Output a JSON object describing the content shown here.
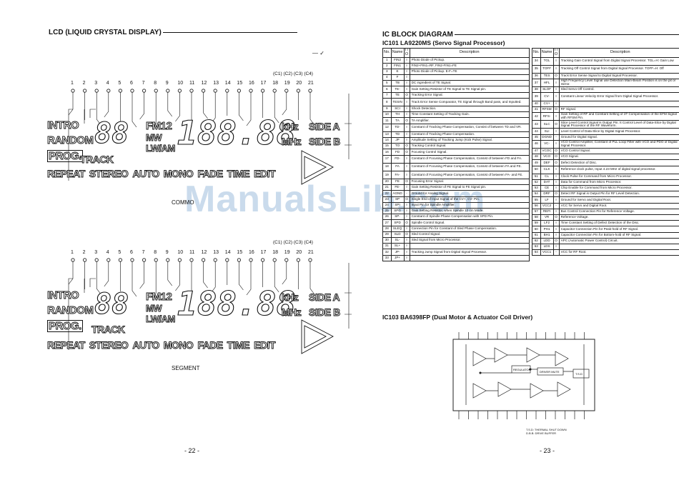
{
  "left": {
    "title": "LCD (LIQUID CRYSTAL DISPLAY)",
    "pins": [
      "1",
      "2",
      "3",
      "4",
      "5",
      "6",
      "7",
      "8",
      "9",
      "10",
      "11",
      "12",
      "13",
      "14",
      "15",
      "16",
      "17",
      "18",
      "19",
      "20",
      "21"
    ],
    "com_labels": "(C1) (C2) (C3) (C4)",
    "com_labels2": "(C1) (C2) (C3) (C4)",
    "common_label": "COMMO",
    "segment_label": "SEGMENT",
    "lcd": {
      "intro": "INTRO",
      "random": "RANDOM",
      "prog": "PROG.",
      "track": "TRACK",
      "fm12": "FM12",
      "mw": "MW",
      "lwam": "LW/AM",
      "digits_small": "88",
      "digits_big": "188.88",
      "khz": "kHz",
      "mhz": "MHz",
      "side_a": "SIDE A",
      "side_b": "SIDE B",
      "repeat": "REPEAT",
      "stereo": "STEREO",
      "auto": "AUTO",
      "mono": "MONO",
      "fade": "FADE",
      "time": "TIME",
      "edit": "EDIT"
    },
    "page_number": "- 22 -"
  },
  "right": {
    "title": "IC BLOCK DIAGRAM",
    "ic101": "IC101   LA9220MS  (Servo Signal Processor)",
    "headers": {
      "no": "No.",
      "name": "Name",
      "io": "I / O",
      "desc": "Description"
    },
    "table1": [
      [
        "1",
        "FIN2",
        "I",
        "Photo Diode of Pickup."
      ],
      [
        "2",
        "FIN1",
        "I",
        "FIN2+FIN1=RF, FIN2-FIN1=FE"
      ],
      [
        "3",
        "E",
        "I",
        "Photo Diode of Pickup. E-F=TE"
      ],
      [
        "4",
        "F",
        "I",
        ""
      ],
      [
        "5",
        "TB",
        "I",
        "DC ingredient of TE Signal."
      ],
      [
        "6",
        "TE-",
        "I",
        "Gain Setting Resistor of TE Signal to TE Signal pin."
      ],
      [
        "7",
        "TE",
        "O",
        "Tracking Error Signal."
      ],
      [
        "8",
        "TESIN",
        "I",
        "Track Error Sense Comparator, TE Signal through Band pass, and Inputted."
      ],
      [
        "9",
        "SCI",
        "I",
        "Shock Detection."
      ],
      [
        "10",
        "TH",
        "I",
        "Time Constant Setting of Tracking Gain."
      ],
      [
        "11",
        "TA",
        "O",
        "TA Amplifier."
      ],
      [
        "12",
        "TD-",
        "I",
        "Constant of Tracking Phase Compensation, Consist of between TD and VR."
      ],
      [
        "13",
        "TD",
        "I",
        "Constant of Tracking Phase Compensation."
      ],
      [
        "14",
        "JP",
        "I",
        "Amplitude Setting of Tracking Jump (Kick Pulse) Signal."
      ],
      [
        "15",
        "TO",
        "O",
        "Tracking Control Signal."
      ],
      [
        "16",
        "FD",
        "O",
        "Focusing Control Signal."
      ],
      [
        "17",
        "FD-",
        "I",
        "Constant of Focusing Phase Compensation, Consist of between FD and FA."
      ],
      [
        "18",
        "FA",
        "I",
        "Constant of Focusing Phase Compensation, Consist of between FA and FE."
      ],
      [
        "19",
        "FA-",
        "I",
        "Constant of Focusing Phase Compensation, Consist of between FA- and FE."
      ],
      [
        "20",
        "FE",
        "O",
        "Focusing Error Signal."
      ],
      [
        "21",
        "FE-",
        "I",
        "Gain Setting Resistor of FE Signal to FE Signal pin."
      ],
      [
        "22",
        "AGND",
        "-",
        "Ground for Analog Signal."
      ],
      [
        "23",
        "SP",
        "O",
        "Single End of Input Signal of the CV+, CV- Pin."
      ],
      [
        "24",
        "SPI",
        "I",
        "Input Pin for Spindle Amplifier."
      ],
      [
        "25",
        "SPG",
        "I",
        "Gain Setting Resistor, when Spindle 12 cm Mode."
      ],
      [
        "26",
        "SP-",
        "I",
        "Constant of Spindle Phase Compensation with SPD Pin."
      ],
      [
        "27",
        "SPD",
        "O",
        "Spindle Control Signal."
      ],
      [
        "28",
        "SLEQ",
        "I",
        "Connection Pin for Constant of Sled Phase Compensation."
      ],
      [
        "29",
        "SLD",
        "O",
        "Sled Control Signal."
      ],
      [
        "30",
        "SL-",
        "I",
        "Sled Signal from Micro Processor."
      ],
      [
        "31",
        "SL+",
        "I",
        ""
      ],
      [
        "32",
        "JP-",
        "I",
        "Tracking Jump Signal from Digital Signal Processor."
      ],
      [
        "33",
        "JP+",
        "I",
        ""
      ]
    ],
    "table2": [
      [
        "34",
        "TGL",
        "I",
        "Tracking Gain Control Signal from Digital Signal Processor. TGL=H: Gain Low"
      ],
      [
        "35",
        "TOFF",
        "I",
        "Tracking Off Control Signal from Digital Signal Processor. TOFF=H: Off"
      ],
      [
        "36",
        "TES",
        "O",
        "Track Error Sense Signal to Digital Signal Processor."
      ],
      [
        "37",
        "HFL",
        "I",
        "High Frequency Level Signal use Detection Main-Beam Position is on the pit or mirror."
      ],
      [
        "38",
        "SLOF",
        "I",
        "Sled Servo Off Control."
      ],
      [
        "39",
        "CV-",
        "I",
        "Constant Linear Velocity Error Signal from Digital Signal Processor."
      ],
      [
        "40",
        "CV+",
        "I",
        ""
      ],
      [
        "41",
        "RFSM",
        "O",
        "RF Signal."
      ],
      [
        "42",
        "RFS-",
        "I",
        "Gain Setting of RF and Constant Setting of 3T Compensation of the EFM Signal with RFSM Pin."
      ],
      [
        "43",
        "SLC",
        "O",
        "Slice Level Control Signal is Output Pin. It Control Level of Data-Slice by Digital Signal Processor of the RF Waveform."
      ],
      [
        "44",
        "SLI",
        "I",
        "Level Control of Data-Slice by Digital Signal Processor."
      ],
      [
        "45",
        "DGND",
        "-",
        "Ground for Digital Signal."
      ],
      [
        "46",
        "VC-",
        "I",
        "VCO Control Amplifier, Constant of PLL Loop Filter with VCO and PDO of Digital Signal Processor."
      ],
      [
        "47",
        "VCOC",
        "O",
        "VCO Control Signal."
      ],
      [
        "48",
        "VCO",
        "O",
        "VCO Signal."
      ],
      [
        "49",
        "DEF",
        "O",
        "Defect Detection of Disc."
      ],
      [
        "50",
        "CLK",
        "I",
        "Reference clock pulse, Input 4.23 MHz of digital signal processor."
      ],
      [
        "51",
        "CL",
        "I",
        "Clock Pulse for Command from Micro Processor."
      ],
      [
        "52",
        "DAT",
        "I",
        "Data for Command from Micro Processor."
      ],
      [
        "53",
        "CE",
        "I",
        "Chip Enable for Command from Micro Processor."
      ],
      [
        "54",
        "DRF",
        "O",
        "Detect RF Signal is Output Pin for RF Level Detection."
      ],
      [
        "55",
        "LF",
        "I",
        "Ground for Servo and Digital Root."
      ],
      [
        "56",
        "VCC2",
        "-",
        "VCC for Servo and Digital Root."
      ],
      [
        "57",
        "REFI",
        "I",
        "Bus Control Connection Pin for Reference Voltage."
      ],
      [
        "58",
        "VR",
        "O",
        "Reference Voltage."
      ],
      [
        "59",
        "LF2",
        "I",
        "Time Constant Setting of Defect Detection of the Disc."
      ],
      [
        "60",
        "PH1",
        "I",
        "Capacitor Connection Pin for Peak-hold of RF Signal."
      ],
      [
        "61",
        "BH1",
        "I",
        "Capacitor Connection Pin for Bottom-hold of RF Signal."
      ],
      [
        "62",
        "LDD",
        "O",
        "APC (Automatic Power Control) Circuit."
      ],
      [
        "63",
        "LDS",
        "I",
        ""
      ],
      [
        "64",
        "VCC1",
        "-",
        "VCC for RF Root."
      ]
    ],
    "ic103": "IC103   BA6398FP  (Dual Motor & Actuator Coil Driver)",
    "ic103_notes": [
      "T.S.D: THERMAL SHUT DOWN",
      "D.B.B: DRIVE BUFFER"
    ],
    "page_number": "- 23 -"
  },
  "watermark": "ManualsLib.com"
}
